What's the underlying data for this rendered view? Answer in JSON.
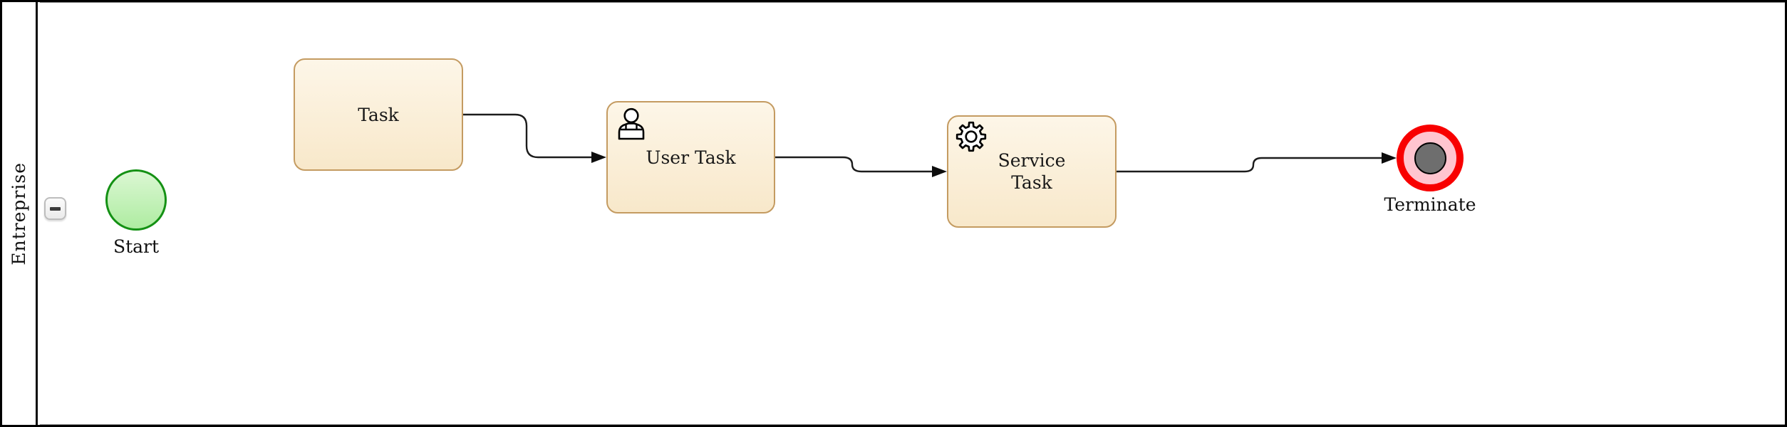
{
  "diagram": {
    "type": "bpmn-process",
    "pool": {
      "label": "Entreprise",
      "collapse_button": "minus"
    },
    "nodes": {
      "start": {
        "kind": "start-event",
        "label": "Start"
      },
      "task": {
        "kind": "task",
        "label": "Task"
      },
      "user_task": {
        "kind": "user-task",
        "label": "User Task",
        "icon": "user-silhouette"
      },
      "service_task": {
        "kind": "service-task",
        "label": "Service Task",
        "icon": "gear"
      },
      "terminate": {
        "kind": "terminate-end-event",
        "label": "Terminate"
      }
    },
    "flows": [
      {
        "from": "task",
        "to": "user_task"
      },
      {
        "from": "user_task",
        "to": "service_task"
      },
      {
        "from": "service_task",
        "to": "terminate"
      }
    ],
    "colors": {
      "task_fill_top": "#fdf6e8",
      "task_fill_bottom": "#f8e8ca",
      "task_border": "#c49b61",
      "start_fill_top": "#dbf7d3",
      "start_fill_bottom": "#aeeca1",
      "start_border": "#149114",
      "terminate_ring": "#f80000",
      "terminate_fill": "#ffc5cf",
      "terminate_core": "#6e6e6e",
      "pool_border": "#000000"
    }
  }
}
